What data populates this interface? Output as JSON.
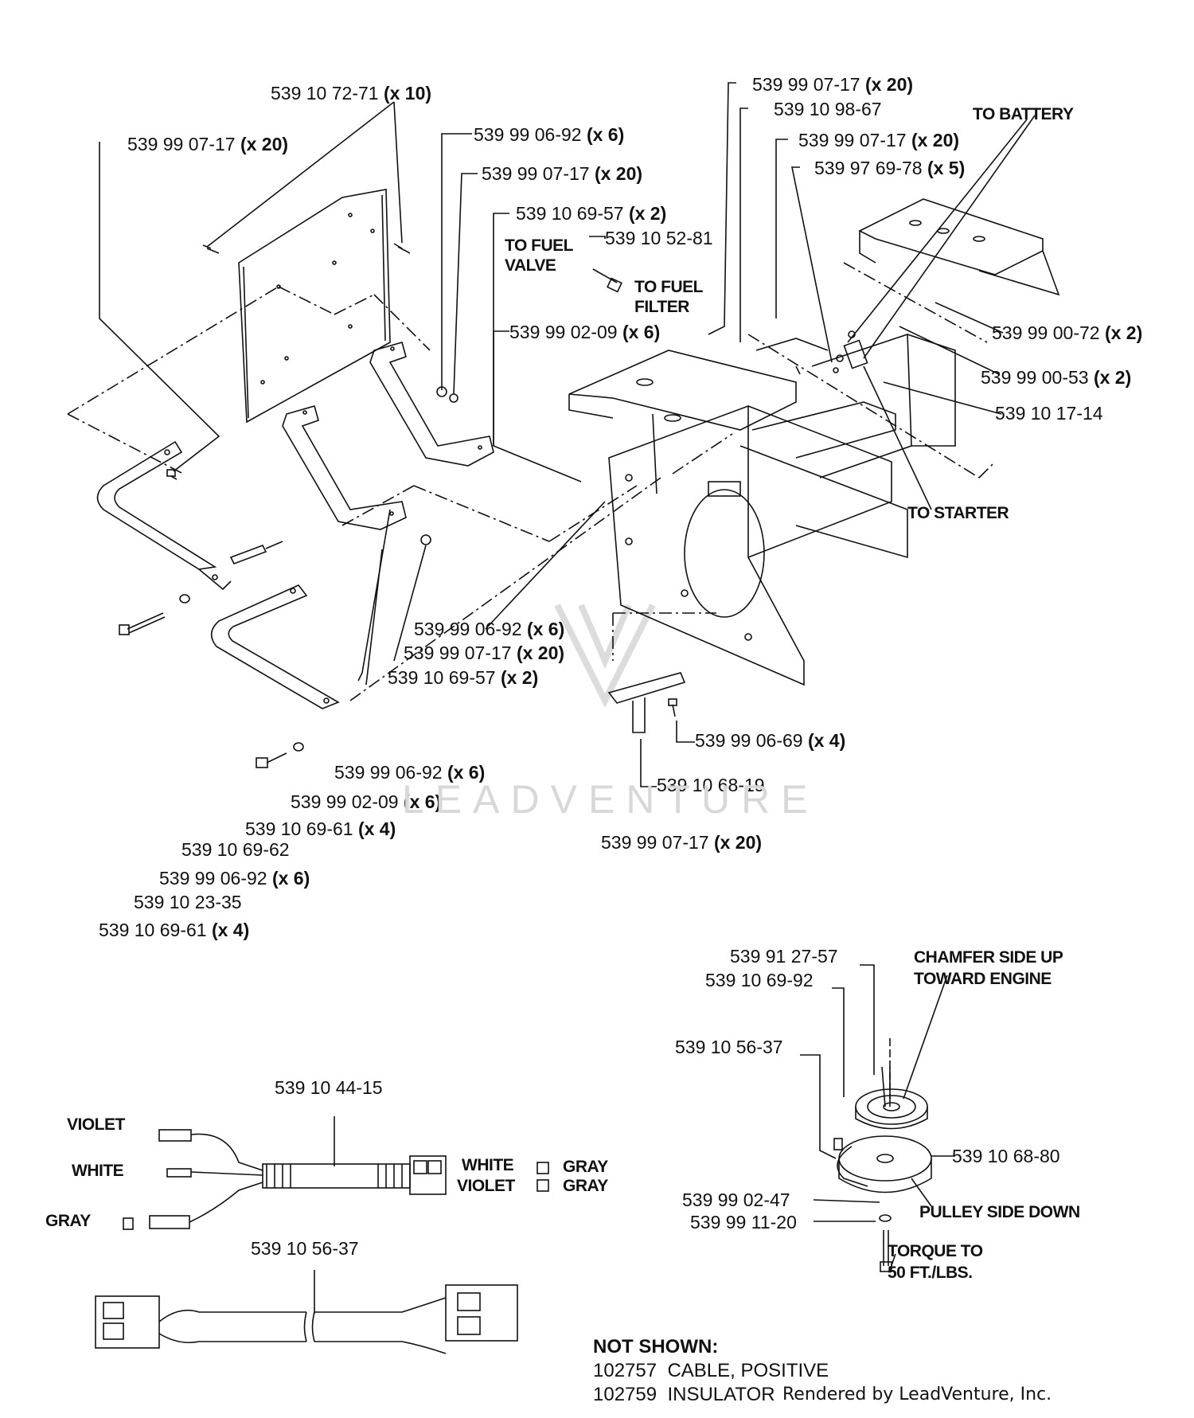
{
  "parts": [
    {
      "id": "p1",
      "number": "539 10 72-71",
      "qty": "(x 10)"
    },
    {
      "id": "p2",
      "number": "539 99 07-17",
      "qty": "(x 20)"
    },
    {
      "id": "p3",
      "number": "539 99 06-92",
      "qty": "(x 6)"
    },
    {
      "id": "p4",
      "number": "539 99 07-17",
      "qty": "(x 20)"
    },
    {
      "id": "p5",
      "number": "539 10 69-57",
      "qty": "(x 2)"
    },
    {
      "id": "p6",
      "number": "539 10 52-81",
      "qty": ""
    },
    {
      "id": "p7",
      "number": "539 99 02-09",
      "qty": "(x 6)"
    },
    {
      "id": "p8",
      "number": "539 99 07-17",
      "qty": "(x 20)"
    },
    {
      "id": "p9",
      "number": "539 10 98-67",
      "qty": ""
    },
    {
      "id": "p10",
      "number": "539 99 07-17",
      "qty": "(x 20)"
    },
    {
      "id": "p11",
      "number": "539 97 69-78",
      "qty": "(x 5)"
    },
    {
      "id": "p12",
      "number": "539 99 00-72",
      "qty": "(x 2)"
    },
    {
      "id": "p13",
      "number": "539 99 00-53",
      "qty": "(x 2)"
    },
    {
      "id": "p14",
      "number": "539 10 17-14",
      "qty": ""
    },
    {
      "id": "p15",
      "number": "539 99 06-92",
      "qty": "(x 6)"
    },
    {
      "id": "p16",
      "number": "539 99 07-17",
      "qty": "(x 20)"
    },
    {
      "id": "p17",
      "number": "539 10 69-57",
      "qty": "(x 2)"
    },
    {
      "id": "p18",
      "number": "539 99 06-69",
      "qty": "(x 4)"
    },
    {
      "id": "p19",
      "number": "539 99 06-92",
      "qty": "(x 6)"
    },
    {
      "id": "p20",
      "number": "539 10 68-19",
      "qty": ""
    },
    {
      "id": "p21",
      "number": "539 99 02-09",
      "qty": "(x 6)"
    },
    {
      "id": "p22",
      "number": "539 10 69-61",
      "qty": "(x 4)"
    },
    {
      "id": "p23",
      "number": "539 99 07-17",
      "qty": "(x 20)"
    },
    {
      "id": "p24",
      "number": "539 10 69-62",
      "qty": ""
    },
    {
      "id": "p25",
      "number": "539 99 06-92",
      "qty": "(x 6)"
    },
    {
      "id": "p26",
      "number": "539 10 23-35",
      "qty": ""
    },
    {
      "id": "p27",
      "number": "539 10 69-61",
      "qty": "(x 4)"
    },
    {
      "id": "p28",
      "number": "539 91 27-57",
      "qty": ""
    },
    {
      "id": "p29",
      "number": "539 10 69-92",
      "qty": ""
    },
    {
      "id": "p30",
      "number": "539 10 56-37",
      "qty": ""
    },
    {
      "id": "p31",
      "number": "539 10 68-80",
      "qty": ""
    },
    {
      "id": "p32",
      "number": "539 99 02-47",
      "qty": ""
    },
    {
      "id": "p33",
      "number": "539 99 11-20",
      "qty": ""
    },
    {
      "id": "p34",
      "number": "539 10 44-15",
      "qty": ""
    },
    {
      "id": "p35",
      "number": "539 10 56-37",
      "qty": ""
    }
  ],
  "notes": {
    "to_battery": "TO BATTERY",
    "to_fuel_valve_1": "TO FUEL",
    "to_fuel_valve_2": "VALVE",
    "to_fuel_filter_1": "TO FUEL",
    "to_fuel_filter_2": "FILTER",
    "to_starter": "TO STARTER",
    "chamfer_1": "CHAMFER SIDE UP",
    "chamfer_2": "TOWARD ENGINE",
    "pulley_side": "PULLEY SIDE DOWN",
    "torque_1": "TORQUE TO",
    "torque_2": "50 FT./LBS."
  },
  "wires": {
    "violet": "VIOLET",
    "white": "WHITE",
    "gray": "GRAY",
    "conn_white": "WHITE",
    "conn_violet": "VIOLET",
    "conn_gray_1": "GRAY",
    "conn_gray_2": "GRAY"
  },
  "not_shown": {
    "title": "NOT SHOWN:",
    "items": [
      {
        "number": "102757",
        "desc": "CABLE, POSITIVE"
      },
      {
        "number": "102759",
        "desc": "INSULATOR"
      }
    ]
  },
  "credit": "Rendered by LeadVenture, Inc.",
  "watermark": "LEADVENTURE"
}
